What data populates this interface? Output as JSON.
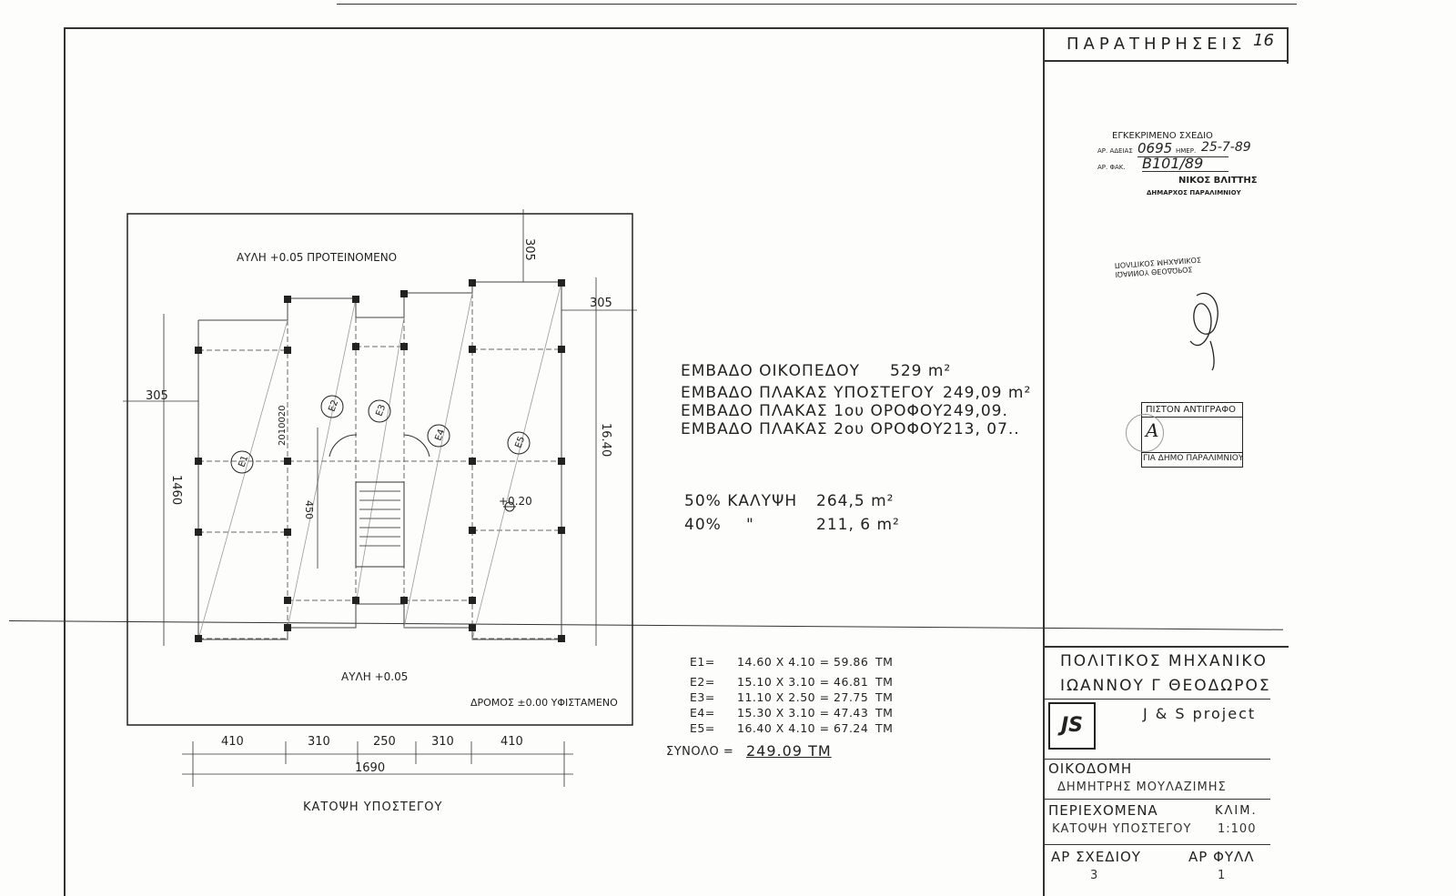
{
  "sheet": {
    "remarks_title": "ΠΑΡΑΤΗΡΗΣΕΙΣ",
    "remarks_number": "16"
  },
  "stamp_approval": {
    "title": "ΕΓΚΕΚΡΙΜΕΝΟ ΣΧΕΔΙΟ",
    "permit_label": "ΑΡ. ΑΔΕΙΑΣ",
    "permit_number": "0695",
    "date_label": "ΗΜΕΡ.",
    "date": "25-7-89",
    "file_label": "ΑΡ. ΦΑΚ.",
    "file_number": "B101/89",
    "name": "ΝΙΚΟΣ ΒΛΙΤΤΗΣ",
    "role": "ΔΗΜΑΡΧΟΣ ΠΑΡΑΛΙΜΝΙΟΥ"
  },
  "stamp_mirrored": {
    "line1": "ΙΩΑΝΝΟΥ ΘΕΟΔΩΡΟΣ",
    "line2": "ΠΟΛΙΤΙΚΟΣ ΜΗΧΑΝΙΚΟΣ"
  },
  "stamp_copy": {
    "title": "ΠΙΣΤΟΝ ΑΝΤΙΓΡΑΦΟ",
    "footer": "ΓΙΑ ΔΗΜΟ ΠΑΡΑΛΙΜΝΙΟΥ"
  },
  "areas": [
    {
      "label": "ΕΜΒΑΔΟ ΟΙΚΟΠΕΔΟΥ",
      "value": "529 m²"
    },
    {
      "label": "ΕΜΒΑΔΟ ΠΛΑΚΑΣ ΥΠΟΣΤΕΓΟΥ",
      "value": "249,09 m²"
    },
    {
      "label": "ΕΜΒΑΔΟ ΠΛΑΚΑΣ 1ου ΟΡΟΦΟΥ",
      "value": "249,09."
    },
    {
      "label": "ΕΜΒΑΔΟ ΠΛΑΚΑΣ 2ου ΟΡΟΦΟΥ",
      "value": "213, 07.."
    }
  ],
  "coverage": [
    {
      "label": "50% ΚΑΛΥΨΗ",
      "value": "264,5 m²"
    },
    {
      "label": "40%",
      "ditto": "\"",
      "value": "211, 6 m²"
    }
  ],
  "calculations": [
    {
      "id": "E1=",
      "expr": "14.60 X 4.10 = 59.86",
      "unit": "TM"
    },
    {
      "id": "E2=",
      "expr": "15.10 X 3.10 = 46.81",
      "unit": "TM"
    },
    {
      "id": "E3=",
      "expr": "11.10 X 2.50 = 27.75",
      "unit": "TM"
    },
    {
      "id": "E4=",
      "expr": "15.30 X 3.10 = 47.43",
      "unit": "TM"
    },
    {
      "id": "E5=",
      "expr": "16.40 X 4.10 = 67.24",
      "unit": "TM"
    }
  ],
  "total": {
    "label": "ΣΥΝΟΛΟ =",
    "value": "249.09 TM"
  },
  "plan": {
    "title": "ΚΑΤΟΨΗ ΥΠΟΣΤΕΓΟΥ",
    "yard_top": "ΑΥΛΗ +0.05 ΠΡΟΤΕΙΝΟΜΕΝΟ",
    "yard_bottom": "ΑΥΛΗ +0.05",
    "road": "ΔΡΟΜΟΣ ±0.00 ΥΦΙΣΤΑΜΕΝΟ",
    "level_mark": "+0.20",
    "dims_bottom": [
      "410",
      "310",
      "250",
      "310",
      "410"
    ],
    "dim_total": "1690",
    "dim_left_offset": "305",
    "dim_left_height": "1460",
    "dim_top_offset": "305",
    "dim_right_offset": "305",
    "dim_right_height": "16.40",
    "dim_stair_width": "450",
    "dim_stair_label": "2010020",
    "zones": [
      "E1",
      "E2",
      "E3",
      "E4",
      "E5"
    ]
  },
  "title_block": {
    "engineer_title": "ΠΟΛΙΤΙΚΟΣ ΜΗΧΑΝΙΚΟ",
    "engineer_name": "ΙΩΑΝΝΟΥ Γ ΘΕΟΔΩΡΟΣ",
    "firm": "J & S project",
    "logo": "JS",
    "building_label": "ΟΙΚΟΔΟΜΗ",
    "building_owner": "ΔΗΜΗΤΡΗΣ ΜΟΥΛΑΖΙΜΗΣ",
    "contents_label": "ΠΕΡΙΕΧΟΜΕΝΑ",
    "contents_value": "ΚΑΤΟΨΗ ΥΠΟΣΤΕΓΟΥ",
    "scale_label": "ΚΛΙΜ.",
    "scale_value": "1:100",
    "drawing_no_label": "ΑΡ ΣΧΕΔΙΟΥ",
    "drawing_no": "3",
    "sheet_no_label": "ΑΡ ΦΥΛΛ",
    "sheet_no": "1"
  }
}
